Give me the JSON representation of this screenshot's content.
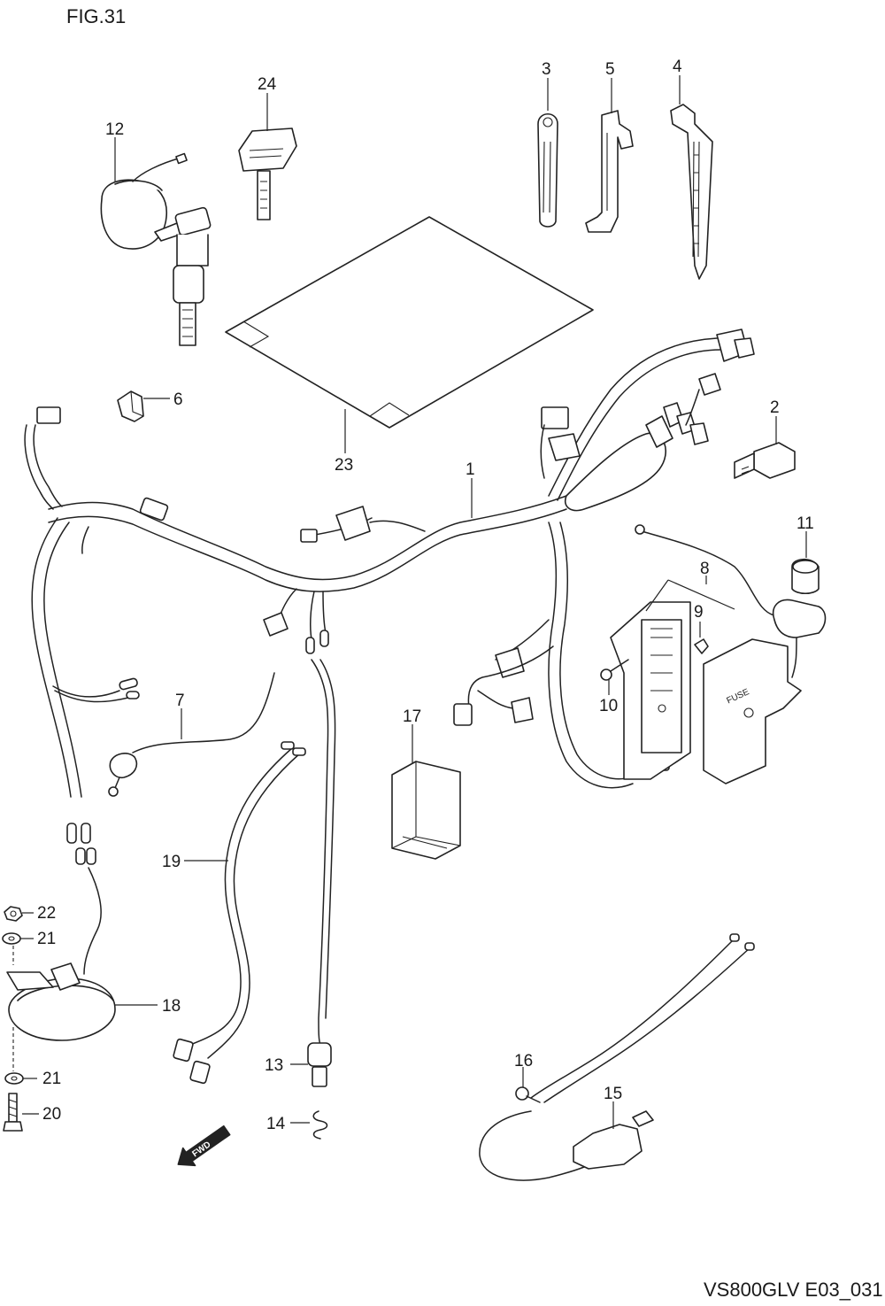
{
  "figure": {
    "title": "FIG.31",
    "code": "VS800GLV E03_031"
  },
  "arrow": {
    "label": "FWD"
  },
  "callouts": {
    "p1": "1",
    "p2": "2",
    "p3": "3",
    "p4": "4",
    "p5": "5",
    "p6": "6",
    "p7": "7",
    "p8": "8",
    "p9": "9",
    "p10": "10",
    "p11": "11",
    "p12": "12",
    "p13": "13",
    "p14": "14",
    "p15": "15",
    "p16": "16",
    "p17": "17",
    "p18": "18",
    "p19": "19",
    "p20": "20",
    "p21a": "21",
    "p21b": "21",
    "p22": "22",
    "p23": "23",
    "p24": "24"
  },
  "fuse_box": {
    "label": "FUSE"
  }
}
